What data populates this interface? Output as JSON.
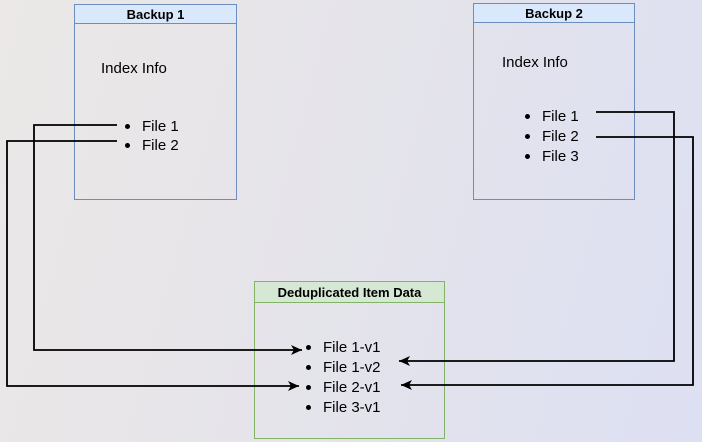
{
  "backup1": {
    "title": "Backup 1",
    "subtitle": "Index Info",
    "items": [
      "File 1",
      "File 2"
    ]
  },
  "backup2": {
    "title": "Backup 2",
    "subtitle": "Index Info",
    "items": [
      "File 1",
      "File 2",
      "File 3"
    ]
  },
  "dedup": {
    "title": "Deduplicated Item Data",
    "items": [
      "File 1-v1",
      "File 1-v2",
      "File 2-v1",
      "File 3-v1"
    ]
  },
  "connections": [
    {
      "from": "Backup 1 / File 1",
      "to": "File 1-v1",
      "direction": "left-to-right"
    },
    {
      "from": "Backup 1 / File 2",
      "to": "File 2-v1",
      "direction": "left-to-right"
    },
    {
      "from": "Backup 2 / File 1",
      "to": "File 1-v2",
      "direction": "right-to-left"
    },
    {
      "from": "Backup 2 / File 2",
      "to": "File 2-v1",
      "direction": "right-to-left"
    }
  ],
  "colors": {
    "backup_header_fill": "#dae8fc",
    "backup_border": "#6c8ebf",
    "dedup_header_fill": "#d5e8d4",
    "dedup_border": "#82b366",
    "connector": "#000000",
    "background_left": "#ebe8e7",
    "background_right": "#dde0f3"
  }
}
